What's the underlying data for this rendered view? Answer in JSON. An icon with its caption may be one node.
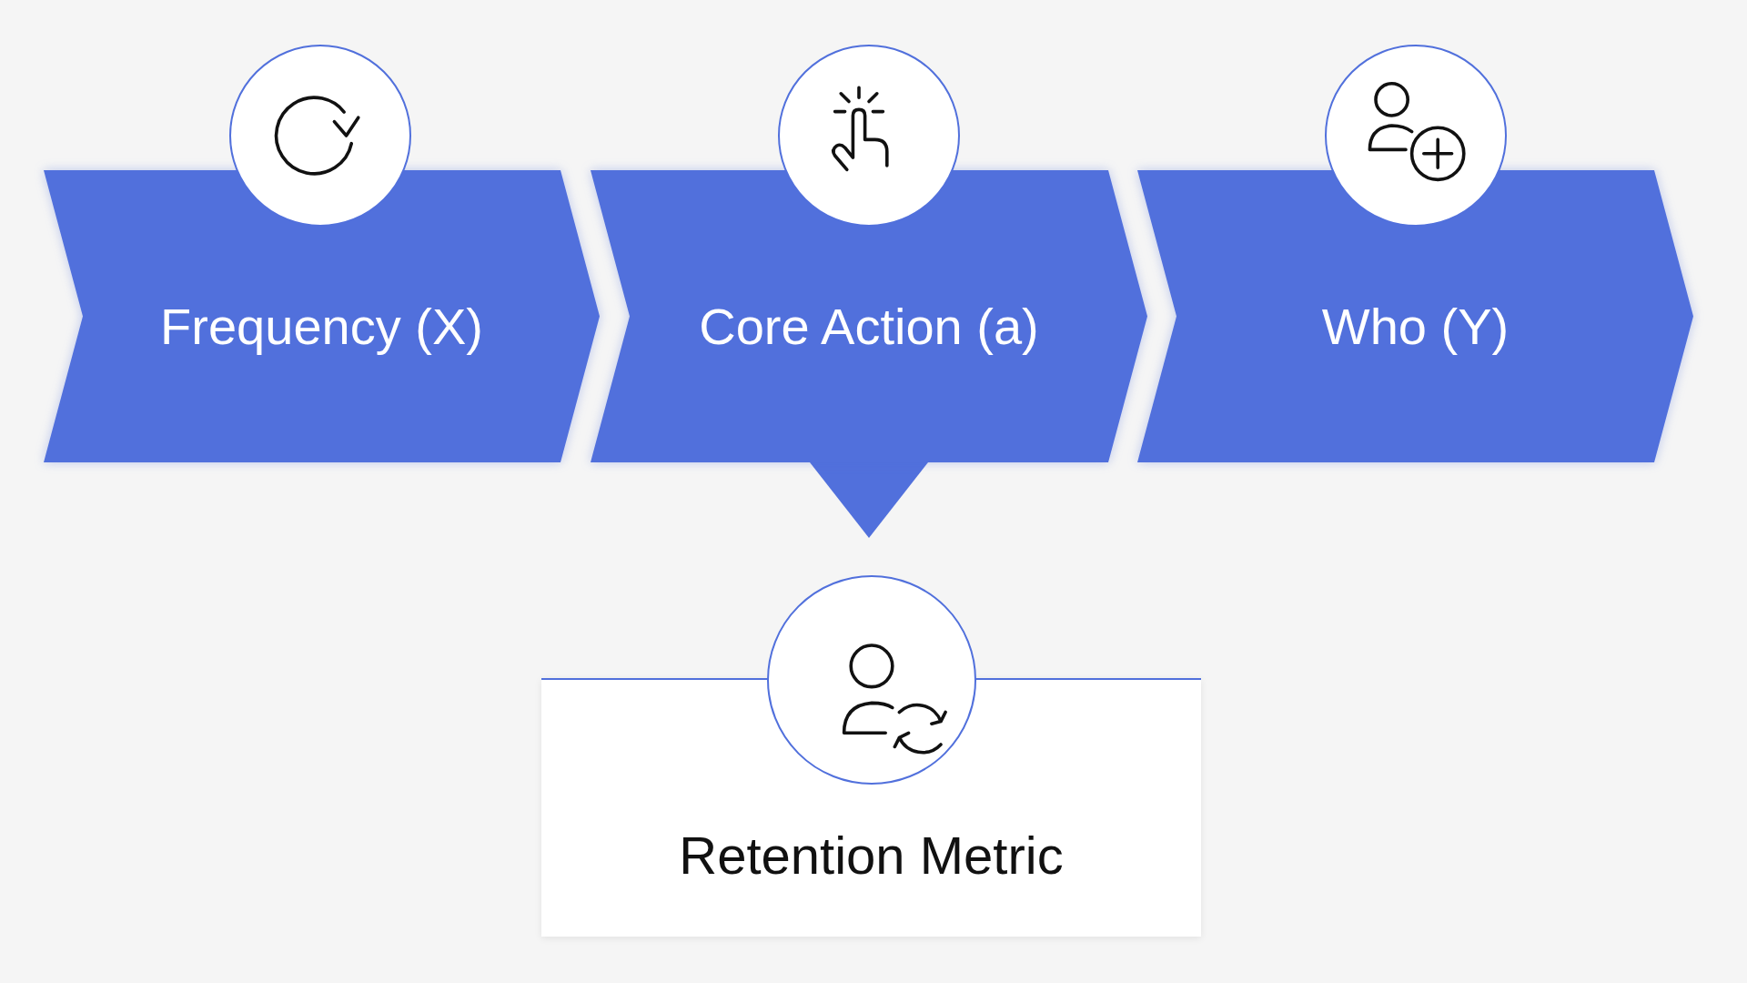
{
  "diagram": {
    "nodes": [
      {
        "text": [
          "Frequency (X)"
        ]
      },
      {
        "text": [
          "Core Action (a)"
        ]
      },
      {
        "text": [
          "Who (Y)"
        ]
      },
      {
        "text": [
          "Retention Metric"
        ]
      }
    ],
    "edges": [
      {
        "from": 1,
        "to": 3,
        "arrow": "to"
      }
    ]
  }
}
